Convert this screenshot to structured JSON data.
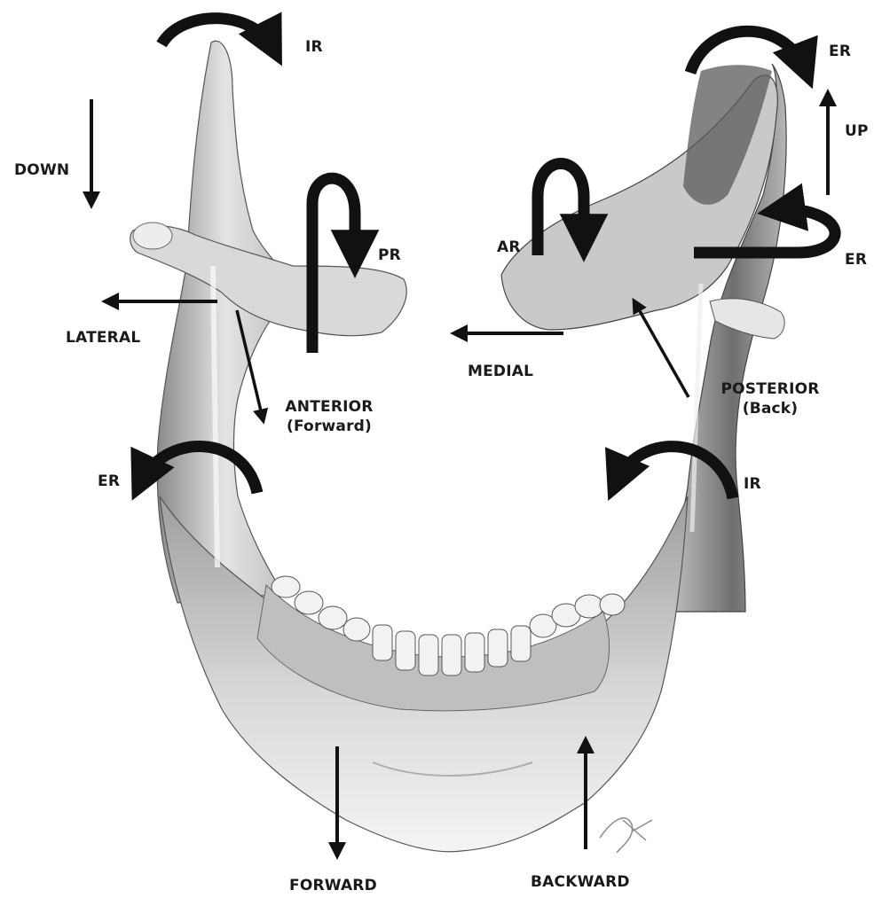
{
  "labels": {
    "ir_top_left": "IR",
    "down": "DOWN",
    "pr": "PR",
    "lateral": "LATERAL",
    "anterior": "ANTERIOR",
    "anterior_sub": "(Forward)",
    "er_mid_left": "ER",
    "er_top_right": "ER",
    "up": "UP",
    "ar": "AR",
    "er_condyle_right": "ER",
    "medial": "MEDIAL",
    "posterior": "POSTERIOR",
    "posterior_sub": "(Back)",
    "ir_mid_right": "IR",
    "forward": "FORWARD",
    "backward": "BACKWARD"
  },
  "colors": {
    "bone_light": "#efefef",
    "bone_mid": "#bdbdbd",
    "bone_dark": "#6e6e6e",
    "arrow": "#111111"
  },
  "icons": [
    "rotation-arrow-icon",
    "straight-arrow-icon",
    "mandible-illustration"
  ]
}
